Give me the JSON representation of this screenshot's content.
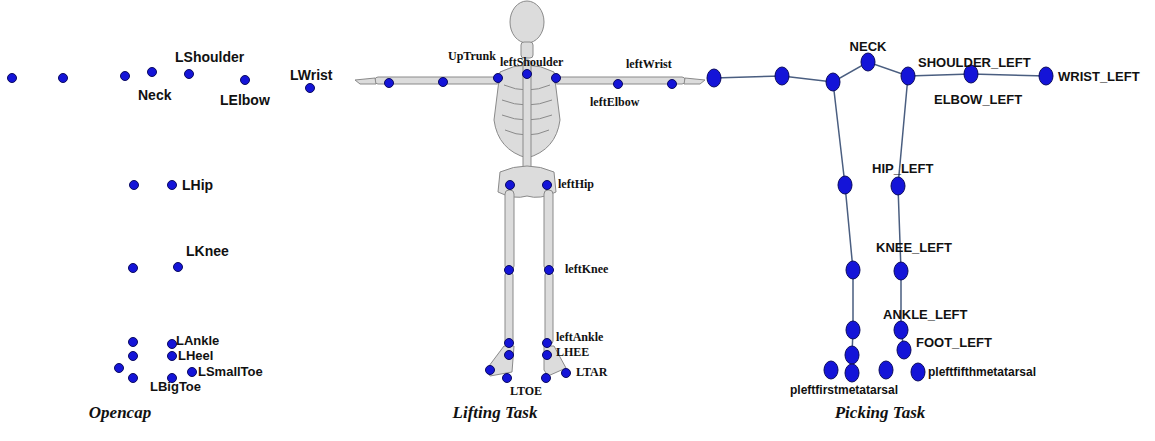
{
  "diagram": {
    "labels": [
      "LShoulder",
      "Neck",
      "LElbow",
      "LWrist",
      "LHip",
      "LKnee",
      "LAnkle",
      "LHeel",
      "LSmallToe",
      "LBigToe",
      "Opencap",
      "UpTrunk",
      "leftShoulder",
      "leftWrist",
      "leftElbow",
      "leftHip",
      "leftKnee",
      "leftAnkle",
      "LHEE",
      "LTAR",
      "LTOE",
      "Lifting Task",
      "NECK",
      "SHOULDER_LEFT",
      "WRIST_LEFT",
      "ELBOW_LEFT",
      "HIP_LEFT",
      "KNEE_LEFT",
      "ANKLE_LEFT",
      "FOOT_LEFT",
      "pleftfirstmetatarsal",
      "pleftfifthmetatarsal",
      "Picking Task"
    ]
  }
}
